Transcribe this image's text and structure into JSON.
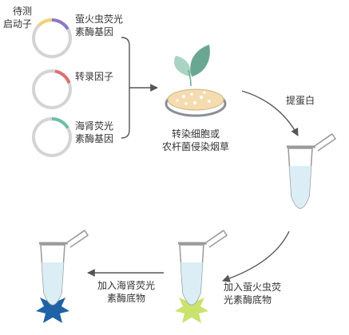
{
  "plasmids": [
    {
      "label": "待测启动子",
      "label_lines": [
        "待测",
        "启动子"
      ],
      "segment_color": "#f2d173",
      "role": "promoter-under-test"
    },
    {
      "label": "萤火虫荧光素酶基因",
      "label_lines": [
        "萤火虫荧光",
        "素酶基因"
      ],
      "segment_color": "#8c77c4",
      "role": "firefly-luciferase-gene"
    },
    {
      "label": "转录因子",
      "label_lines": [
        "转录因子"
      ],
      "segment_color": "#dc6f72",
      "role": "transcription-factor"
    },
    {
      "label": "海肾荧光素酶基因",
      "label_lines": [
        "海肾荧光",
        "素酶基因"
      ],
      "segment_color": "#6dbfa6",
      "role": "renilla-luciferase-gene"
    }
  ],
  "transformation": {
    "label": "转染细胞或农杆菌侵染烟草",
    "label_lines": [
      "转染细胞或",
      "农杆菌侵染烟草"
    ]
  },
  "extract_protein": {
    "label": "提蛋白"
  },
  "firefly_substrate": {
    "label": "加入萤火虫荧光素酶底物",
    "label_lines": [
      "加入萤火虫荧",
      "光素酶底物"
    ],
    "glow_color": "#c9e36e"
  },
  "renilla_substrate": {
    "label": "加入海肾荧光素酶底物",
    "label_lines": [
      "加入海肾荧光",
      "素酶底物"
    ],
    "glow_color": "#1f63a6"
  },
  "colors": {
    "ring": "#d4d4d4",
    "arrow": "#555555",
    "leaf_light": "#a9d3c3",
    "leaf_dark": "#6aa793",
    "dish_agar": "#f4dcb0",
    "dish_rim": "#8a8f96",
    "tube_liquid": "#dceef5",
    "tube_outline": "#9a9a9a"
  }
}
